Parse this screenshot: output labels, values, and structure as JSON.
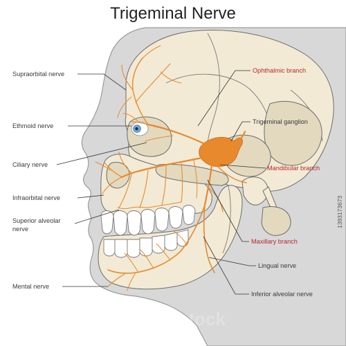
{
  "title": "Trigeminal Nerve",
  "labels_left": {
    "supraorbital": "Supraorbital nerve",
    "ethmoid": "Ethmoid nerve",
    "ciliary": "Ciliary nerve",
    "infraorbital": "Infraorbital nerve",
    "superior_alveolar_line1": "Superior alveolar",
    "superior_alveolar_line2": "nerve",
    "mental": "Mental nerve"
  },
  "labels_right": {
    "ophthalmic": "Ophthalmic branch",
    "trigeminal_ganglion": "Trigeminal ganglion",
    "mandibular": "Mandibular branch",
    "maxillary": "Maxillary branch",
    "lingual": "Lingual nerve",
    "inferior_alveolar": "Inferior alveolar nerve"
  },
  "side_id": "1393173673",
  "watermark": "adobe stock",
  "colors": {
    "nerve": "#e8892e",
    "highlight_label": "#b8282e",
    "skin": "#d9d9d9",
    "bone": "#f2ead4"
  }
}
